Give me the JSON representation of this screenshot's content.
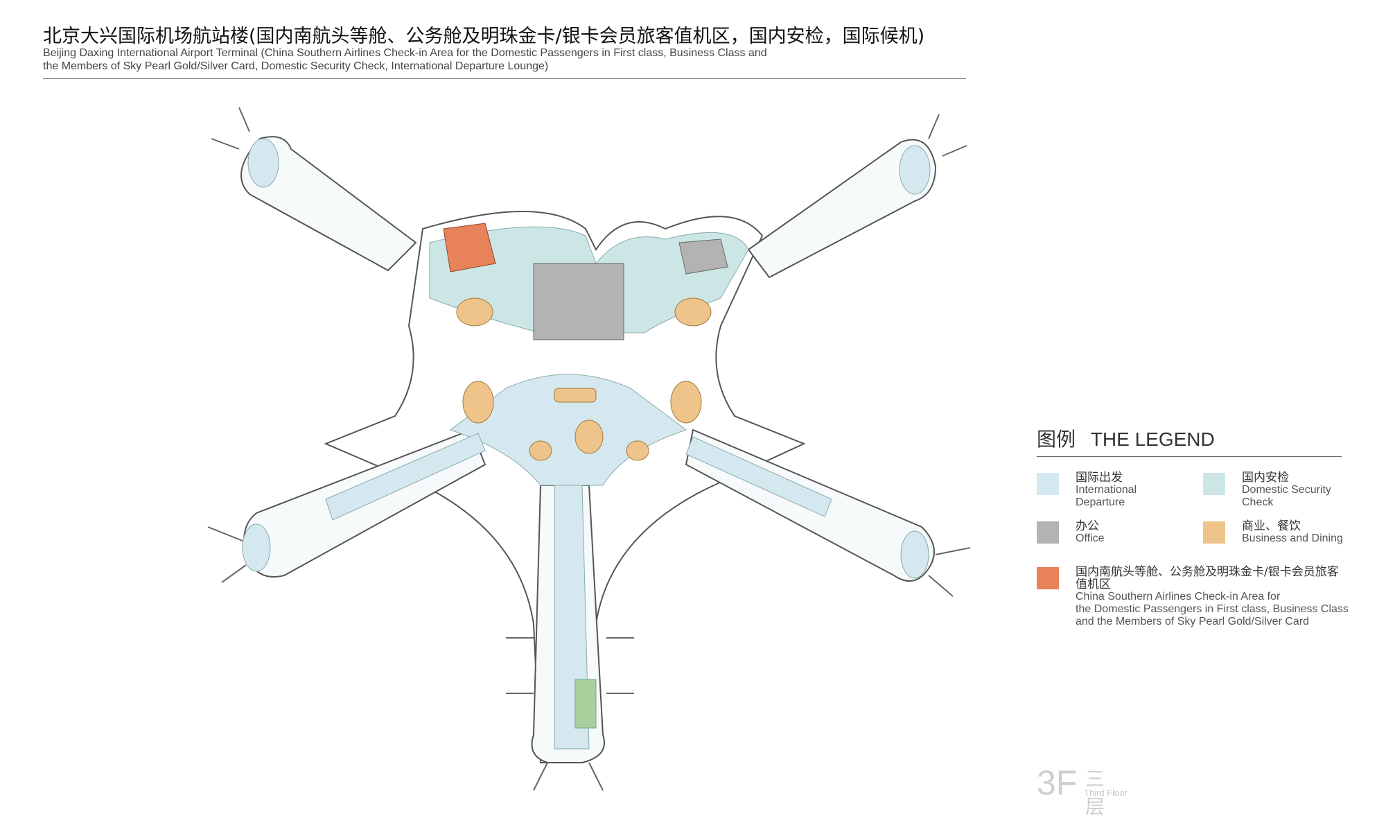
{
  "title": {
    "cn": "北京大兴国际机场航站楼(国内南航头等舱、公务舱及明珠金卡/银卡会员旅客值机区，国内安检，国际候机)",
    "en_line1": "Beijing Daxing International Airport Terminal (China Southern Airlines Check-in Area for the Domestic Passengers in First class, Business Class and",
    "en_line2": "the Members of Sky Pearl Gold/Silver Card, Domestic Security Check, International Departure Lounge)"
  },
  "legend": {
    "title_cn": "图例",
    "title_en": "THE LEGEND",
    "items": [
      {
        "cn": "国际出发",
        "en1": "International",
        "en2": "Departure",
        "color": "#d5e8f0"
      },
      {
        "cn": "国内安检",
        "en1": "Domestic Security",
        "en2": "Check",
        "color": "#cbe6e4"
      },
      {
        "cn": "办公",
        "en1": "Office",
        "en2": "",
        "color": "#b3b3b3"
      },
      {
        "cn": "商业、餐饮",
        "en1": "Business and Dining",
        "en2": "",
        "color": "#eec48a"
      },
      {
        "cn1": "国内南航头等舱、公务舱及明珠金卡/银卡会员旅客",
        "cn2": "值机区",
        "en1": "China Southern Airlines Check-in Area for",
        "en2": "the Domestic Passengers in First class, Business Class",
        "en3": "and the Members of Sky Pearl Gold/Silver Card",
        "color": "#e8825a"
      }
    ]
  },
  "floor": {
    "level": "3F",
    "cn": "三层",
    "en": "Third Floor"
  },
  "colors": {
    "international": "#d5e8f0",
    "security": "#cbe6e4",
    "office": "#b3b3b3",
    "dining": "#eec48a",
    "checkin": "#e8825a",
    "outline": "#555555",
    "green": "#a9cf9c"
  }
}
